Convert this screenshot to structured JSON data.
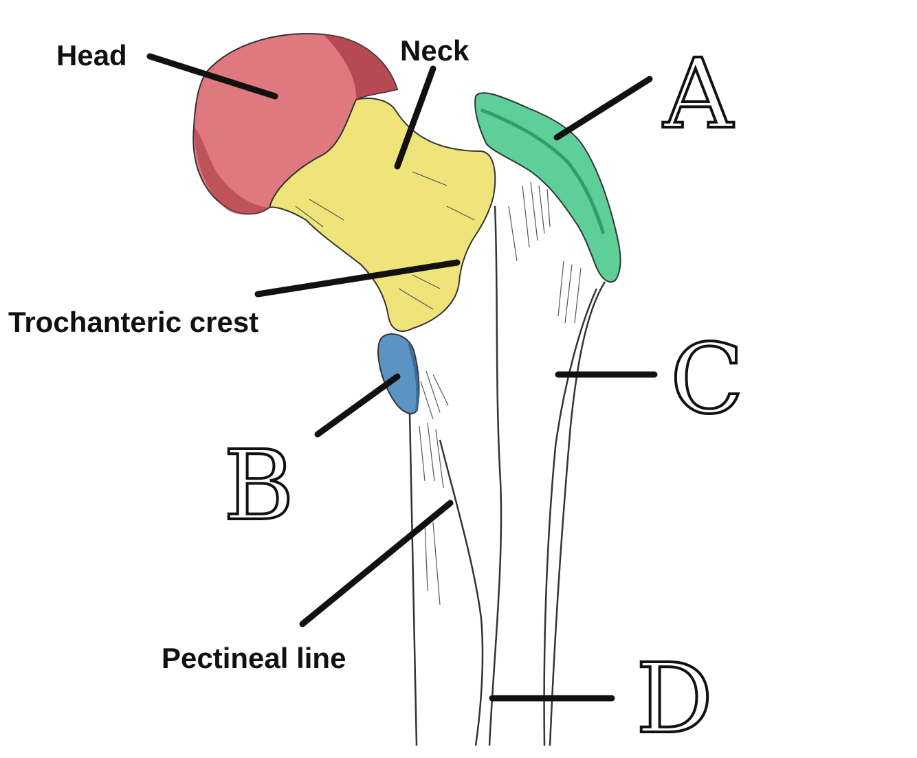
{
  "colors": {
    "head": "#e07880",
    "head_shade": "#a83a45",
    "neck": "#eee47a",
    "neck_shade": "#c9bb4a",
    "region_a": "#5fcf9a",
    "region_a_shade": "#2f9f6a",
    "region_b": "#5b93c2",
    "region_b_shade": "#3a6d99",
    "ink": "#111111"
  },
  "labels": {
    "head": "Head",
    "neck": "Neck",
    "trochanteric_crest": "Trochanteric crest",
    "pectineal_line": "Pectineal line"
  },
  "letters": {
    "a": "A",
    "b": "B",
    "c": "C",
    "d": "D"
  }
}
